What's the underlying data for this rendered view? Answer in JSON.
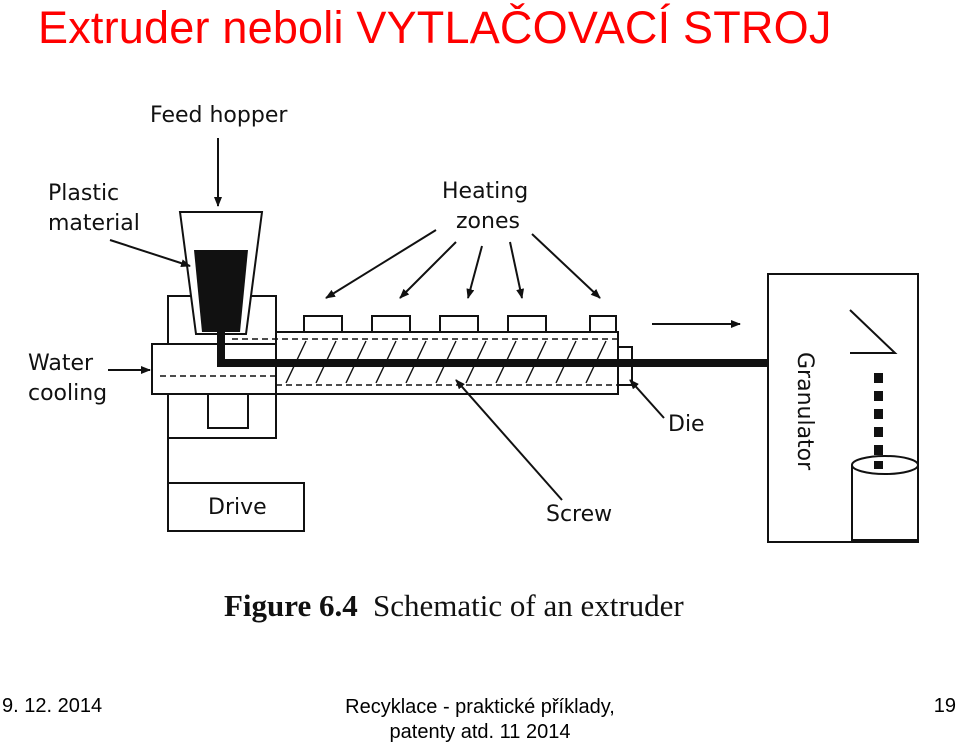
{
  "slide": {
    "title": "Extruder neboli VYTLAČOVACÍ STROJ"
  },
  "figure": {
    "labels": {
      "feed_hopper": "Feed hopper",
      "plastic_material_line1": "Plastic",
      "plastic_material_line2": "material",
      "heating_zones_line1": "Heating",
      "heating_zones_line2": "zones",
      "water_cooling_line1": "Water",
      "water_cooling_line2": "cooling",
      "die": "Die",
      "screw": "Screw",
      "drive": "Drive",
      "granulator": "Granulator"
    },
    "caption_bold": "Figure 6.4",
    "caption_text": "Schematic of an extruder"
  },
  "footer": {
    "date": "9. 12. 2014",
    "center_line1": "Recyklace - praktické příklady,",
    "center_line2": "patenty atd. 11 2014",
    "page_number": "19"
  }
}
